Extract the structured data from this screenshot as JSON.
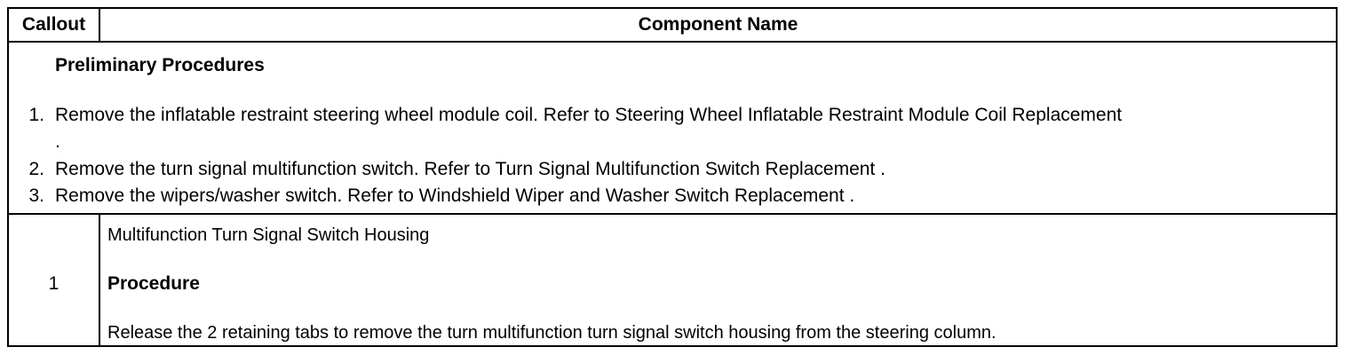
{
  "header": {
    "callout": "Callout",
    "component_name": "Component Name"
  },
  "preliminary": {
    "title": "Preliminary Procedures",
    "steps": [
      {
        "num": "1.",
        "text": "Remove the inflatable restraint steering wheel module coil. Refer to Steering Wheel Inflatable Restraint Module Coil Replacement",
        "cont": "."
      },
      {
        "num": "2.",
        "text": "Remove the turn signal multifunction switch. Refer to Turn Signal Multifunction Switch Replacement ."
      },
      {
        "num": "3.",
        "text": "Remove the wipers/washer switch. Refer to Windshield Wiper and Washer Switch Replacement ."
      }
    ]
  },
  "rows": [
    {
      "callout": "1",
      "name": "Multifunction Turn Signal Switch Housing",
      "procedure_label": "Procedure",
      "description": "Release the 2 retaining tabs to remove the turn multifunction turn signal switch housing from the steering column."
    }
  ]
}
